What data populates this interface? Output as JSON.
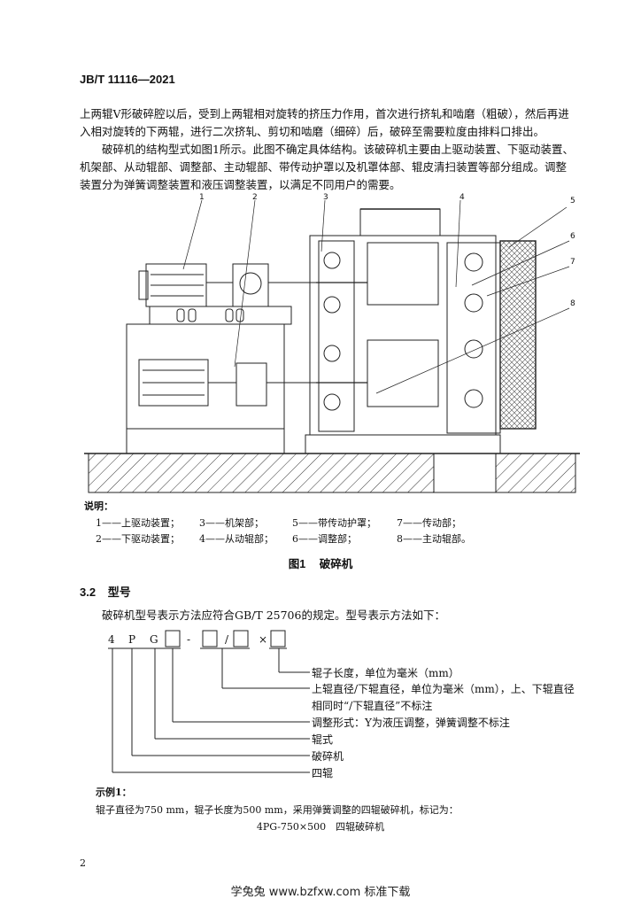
{
  "header": {
    "standard_no": "JB/T 11116—2021"
  },
  "intro_paragraphs": [
    {
      "text": "上两辊V形破碎腔以后，受到上两辊相对旋转的挤压力作用，首次进行挤轧和啮磨（粗破），然后再进入相对旋转的下两辊，进行二次挤轧、剪切和啮磨（细碎）后，破碎至需要粒度由排料口排出。",
      "indent": false
    },
    {
      "text": "破碎机的结构型式如图1所示。此图不确定具体结构。该破碎机主要由上驱动装置、下驱动装置、机架部、从动辊部、调整部、主动辊部、带传动护罩以及机罩体部、辊皮清扫装置等部分组成。调整装置分为弹簧调整装置和液压调整装置，以满足不同用户的需要。",
      "indent": true
    }
  ],
  "figure": {
    "callouts": [
      "1",
      "2",
      "3",
      "4",
      "5",
      "6",
      "7",
      "8"
    ],
    "legend_title": "说明：",
    "legend": [
      "1——上驱动装置；",
      "3——机架部；",
      "5——带传动护罩；",
      "7——传动部；",
      "2——下驱动装置；",
      "4——从动辊部；",
      "6——调整部；",
      "8——主动辊部。"
    ],
    "caption_num": "图1",
    "caption_text": "破碎机"
  },
  "section": {
    "number": "3.2",
    "title": "型号",
    "intro": "破碎机型号表示方法应符合GB/T 25706的规定。型号表示方法如下：",
    "model_code": {
      "c1": "4",
      "c2": "P",
      "c3": "G",
      "dash": "-",
      "slash": "/",
      "times": "×"
    },
    "tree_labels": [
      "辊子长度，单位为毫米（mm）",
      "上辊直径/下辊直径，单位为毫米（mm），上、下辊直径",
      "相同时“/下辊直径”不标注",
      "调整形式：Y为液压调整，弹簧调整不标注",
      "辊式",
      "破碎机",
      "四辊"
    ]
  },
  "example": {
    "title": "示例1：",
    "body": "辊子直径为750 mm，辊子长度为500 mm，采用弹簧调整的四辊破碎机，标记为：",
    "mark": "4PG-750×500　四辊破碎机"
  },
  "page_number": "2",
  "footer": "学兔兔 www.bzfxw.com 标准下载"
}
